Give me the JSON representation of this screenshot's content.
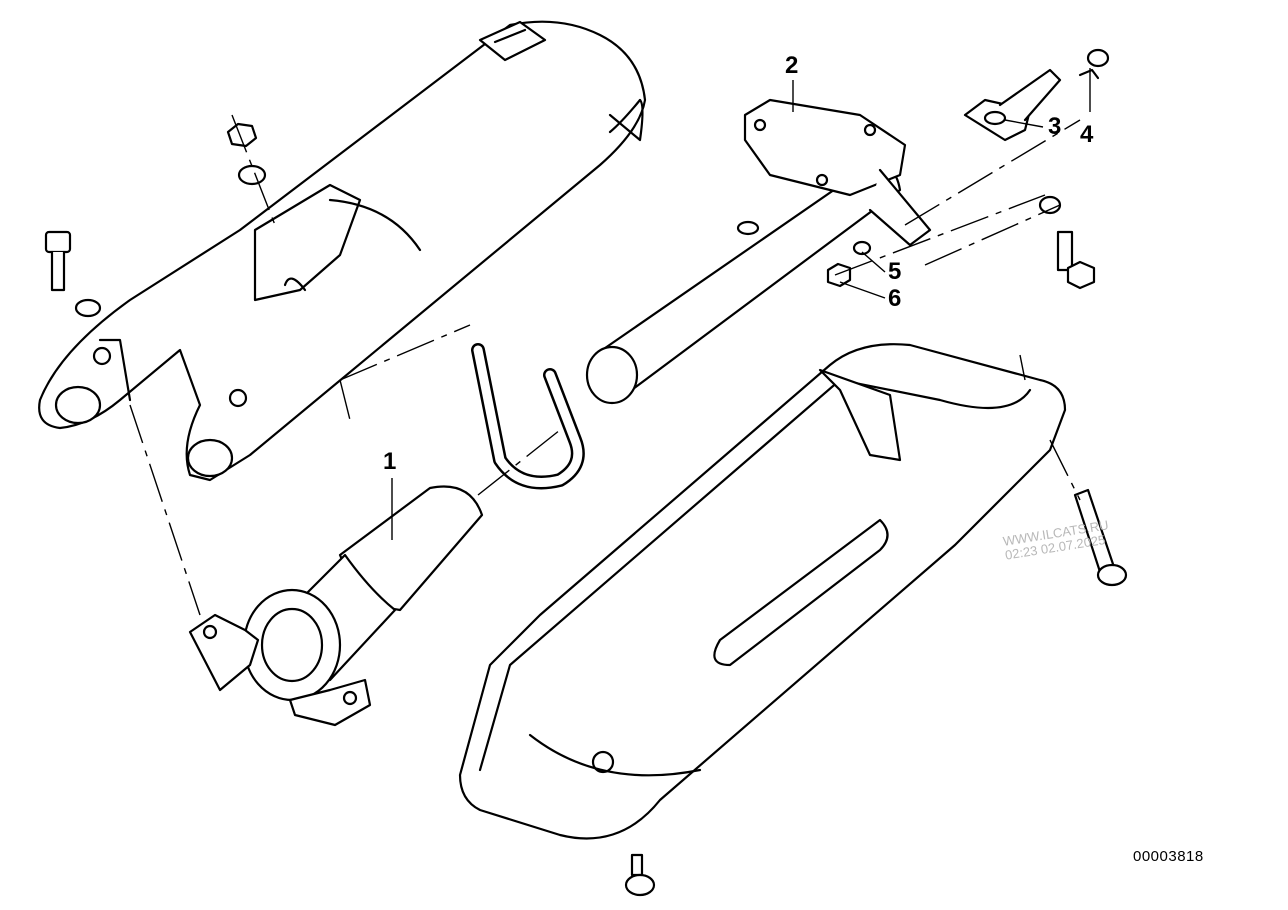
{
  "diagram": {
    "callouts": [
      {
        "label": "1"
      },
      {
        "label": "2"
      },
      {
        "label": "3"
      },
      {
        "label": "4"
      },
      {
        "label": "5"
      },
      {
        "label": "6"
      }
    ],
    "watermark": {
      "line1": "WWW.ILCATS.RU",
      "line2": "02:23 02.07.2025"
    },
    "diagram_id": "00003818"
  }
}
